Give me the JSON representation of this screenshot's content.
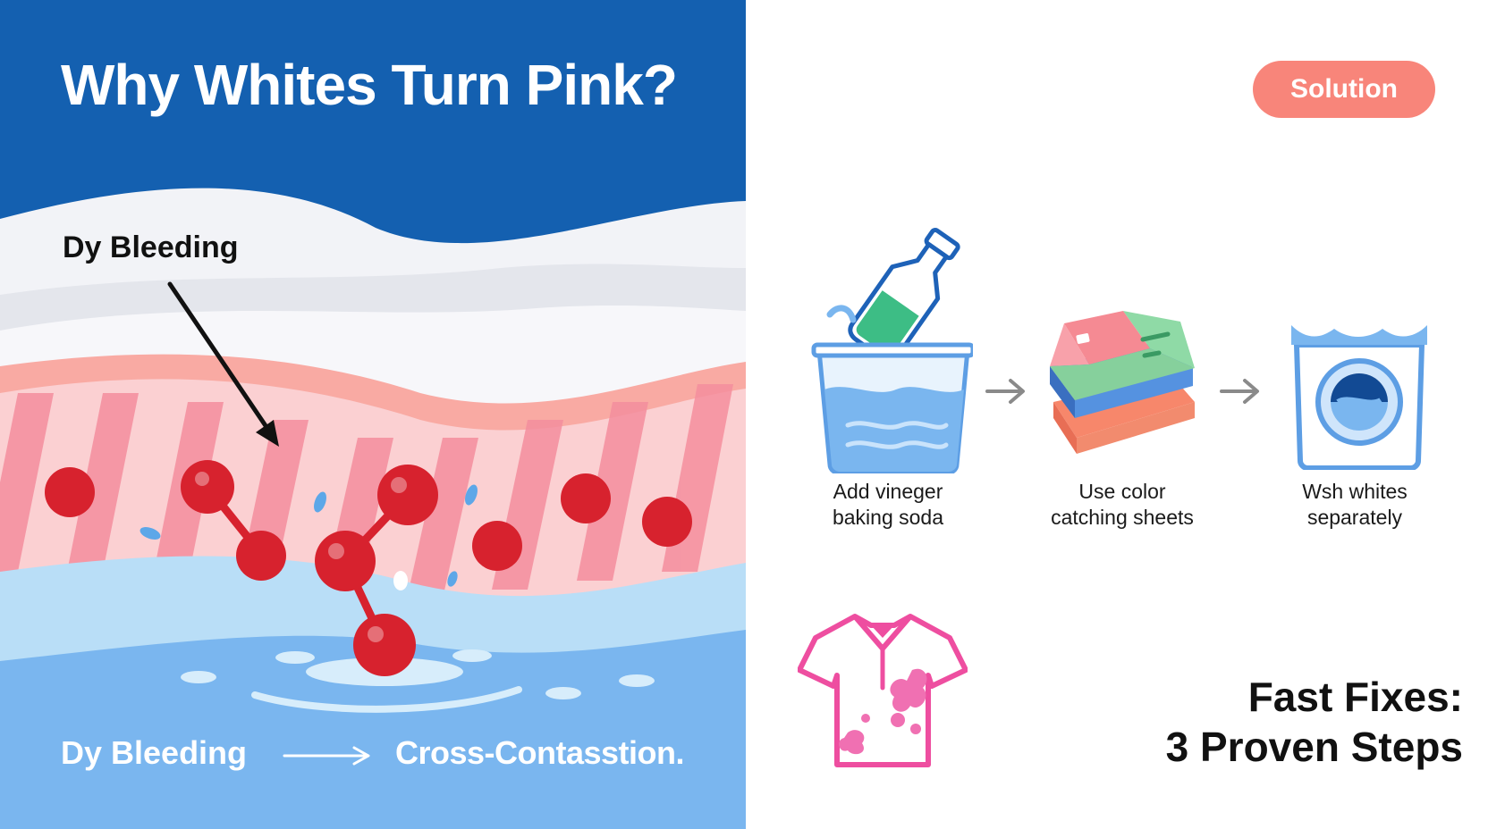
{
  "left": {
    "title": "Why Whites Turn Pink?",
    "bleed_label": "Dy Bleeding",
    "flow": {
      "from": "Dy Bleeding",
      "to": "Cross-Contasstion."
    }
  },
  "right": {
    "badge": "Solution",
    "steps": [
      {
        "line1": "Add vineger",
        "line2": "baking soda",
        "icon": "vinegar-bowl-icon"
      },
      {
        "line1": "Use color",
        "line2": "catching sheets",
        "icon": "color-sheets-icon"
      },
      {
        "line1": "Wsh whites",
        "line2": "separately",
        "icon": "washing-machine-icon"
      }
    ],
    "headline": {
      "line1": "Fast Fixes:",
      "line2": "3 Proven Steps"
    }
  },
  "colors": {
    "blue": "#1460b0",
    "water": "#7ab6ef",
    "pink_fiber": "#f6a3ad",
    "molecule": "#d7222e",
    "badge": "#f8857a",
    "shirt": "#ee4ea0"
  }
}
